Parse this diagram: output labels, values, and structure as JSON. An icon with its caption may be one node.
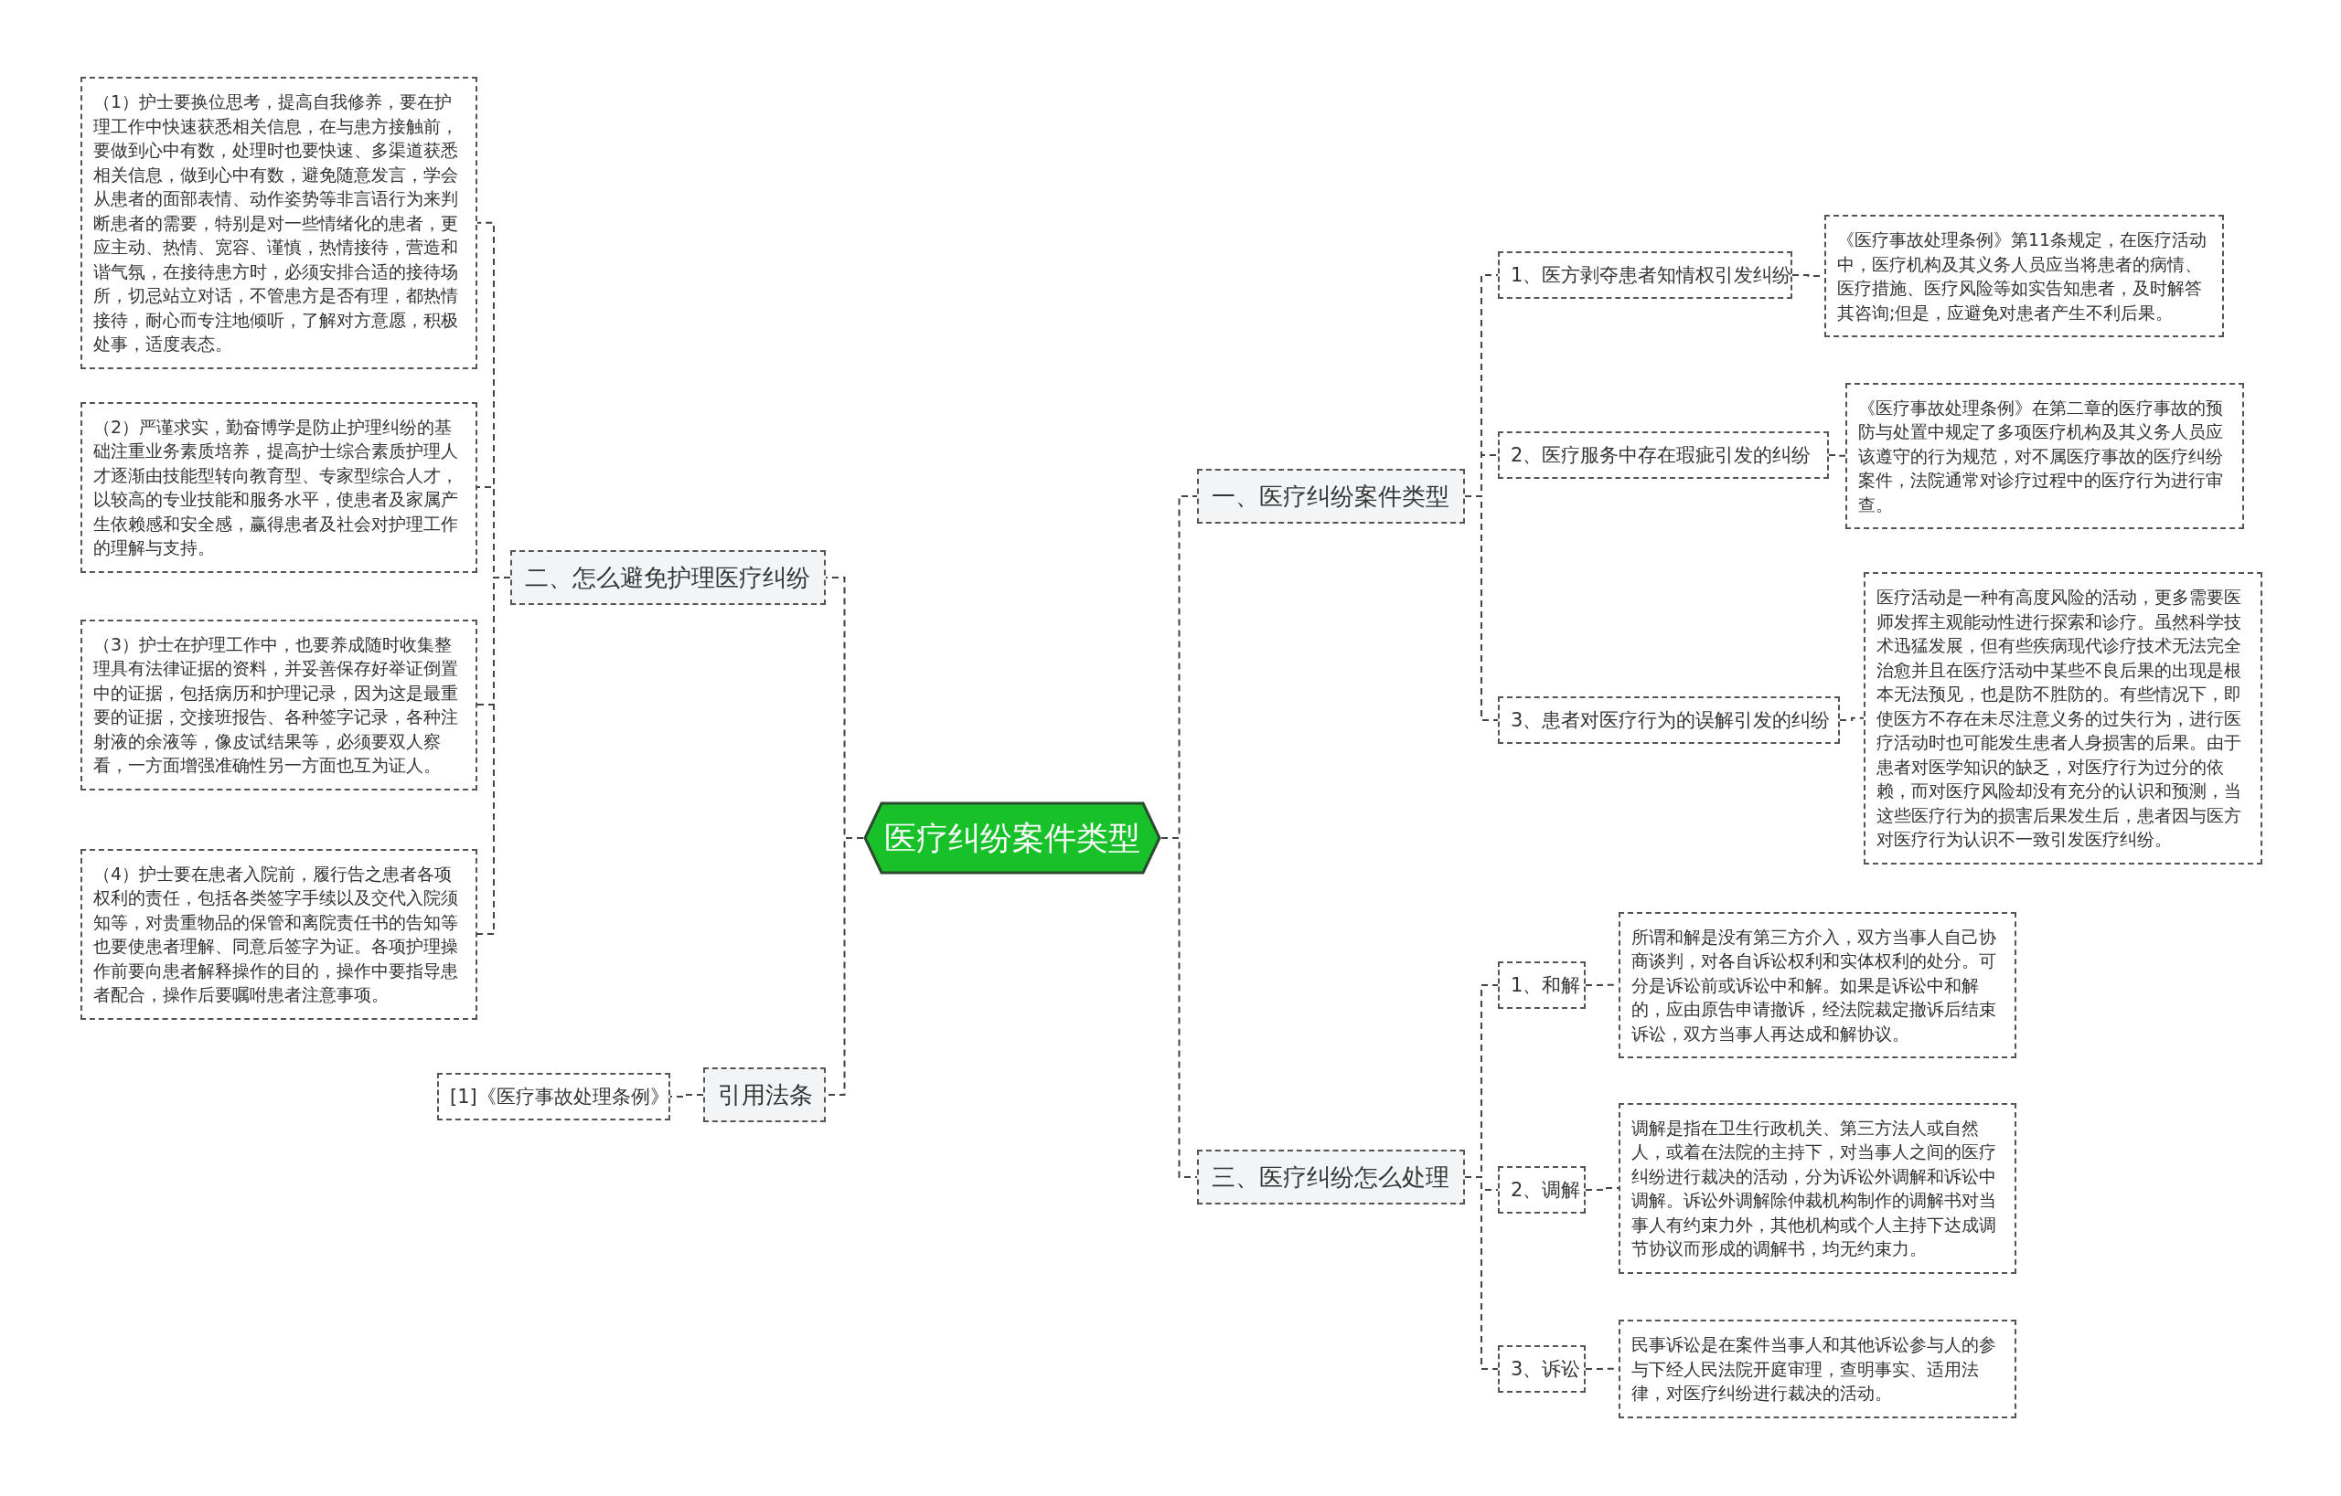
{
  "diagram": {
    "nodes": [
      {
        "text": [
          "医疗纠纷案件类型"
        ]
      },
      {
        "text": [
          "一、医疗纠纷案件类型"
        ]
      },
      {
        "text": [
          "1、医方剥夺患者知情权引发纠纷"
        ]
      },
      {
        "text": [
          "《医疗事故处理条例》第11条规定，在医疗活动中，医疗机构及其义务人员应当将患者的病情、医疗措施、医疗风险等如实告知患者，及时解答其咨询;但是，应避免对患者产生不利后果。"
        ]
      },
      {
        "text": [
          "2、医疗服务中存在瑕疵引发的纠纷"
        ]
      },
      {
        "text": [
          "《医疗事故处理条例》在第二章的医疗事故的预防与处置中规定了多项医疗机构及其义务人员应该遵守的行为规范，对不属医疗事故的医疗纠纷案件，法院通常对诊疗过程中的医疗行为进行审查。"
        ]
      },
      {
        "text": [
          "3、患者对医疗行为的误解引发的纠纷"
        ]
      },
      {
        "text": [
          "医疗活动是一种有高度风险的活动，更多需要医师发挥主观能动性进行探索和诊疗。虽然科学技术迅猛发展，但有些疾病现代诊疗技术无法完全治愈并且在医疗活动中某些不良后果的出现是根本无法预见，也是防不胜防的。有些情况下，即使医方不存在未尽注意义务的过失行为，进行医疗活动时也可能发生患者人身损害的后果。由于患者对医学知识的缺乏，对医疗行为过分的依赖，而对医疗风险却没有充分的认识和预测，当这些医疗行为的损害后果发生后，患者因与医方对医疗行为认识不一致引发医疗纠纷。"
        ]
      },
      {
        "text": [
          "二、怎么避免护理医疗纠纷"
        ]
      },
      {
        "text": [
          "（1）护士要换位思考，提高自我修养，要在护理工作中快速获悉相关信息，在与患方接触前，要做到心中有数，处理时也要快速、多渠道获悉相关信息，做到心中有数，避免随意发言，学会从患者的面部表情、动作姿势等非言语行为来判断患者的需要，特别是对一些情绪化的患者，更应主动、热情、宽容、谨慎，热情接待，营造和谐气氛，在接待患方时，必须安排合适的接待场所，切忌站立对话，不管患方是否有理，都热情接待，耐心而专注地倾听，了解对方意愿，积极处事，适度表态。"
        ]
      },
      {
        "text": [
          "（2）严谨求实，勤奋博学是防止护理纠纷的基础注重业务素质培养，提高护士综合素质护理人才逐渐由技能型转向教育型、专家型综合人才，以较高的专业技能和服务水平，使患者及家属产生依赖感和安全感，赢得患者及社会对护理工作的理解与支持。"
        ]
      },
      {
        "text": [
          "（3）护士在护理工作中，也要养成随时收集整理具有法律证据的资料，并妥善保存好举证倒置中的证据，包括病历和护理记录，因为这是最重要的证据，交接班报告、各种签字记录，各种注射液的余液等，像皮试结果等，必须要双人察看，一方面增强准确性另一方面也互为证人。"
        ]
      },
      {
        "text": [
          "（4）护士要在患者入院前，履行告之患者各项权利的责任，包括各类签字手续以及交代入院须知等，对贵重物品的保管和离院责任书的告知等也要使患者理解、同意后签字为证。各项护理操作前要向患者解释操作的目的，操作中要指导患者配合，操作后要嘱咐患者注意事项。"
        ]
      },
      {
        "text": [
          "引用法条"
        ]
      },
      {
        "text": [
          "[1]《医疗事故处理条例》"
        ]
      },
      {
        "text": [
          "三、医疗纠纷怎么处理"
        ]
      },
      {
        "text": [
          "1、和解"
        ]
      },
      {
        "text": [
          "所谓和解是没有第三方介入，双方当事人自己协商谈判，对各自诉讼权利和实体权利的处分。可分是诉讼前或诉讼中和解。如果是诉讼中和解的，应由原告申请撤诉，经法院裁定撤诉后结束诉讼，双方当事人再达成和解协议。"
        ]
      },
      {
        "text": [
          "2、调解"
        ]
      },
      {
        "text": [
          "调解是指在卫生行政机关、第三方法人或自然人，或着在法院的主持下，对当事人之间的医疗纠纷进行裁决的活动，分为诉讼外调解和诉讼中调解。诉讼外调解除仲裁机构制作的调解书对当事人有约束力外，其他机构或个人主持下达成调节协议而形成的调解书，均无约束力。"
        ]
      },
      {
        "text": [
          "3、诉讼"
        ]
      },
      {
        "text": [
          "民事诉讼是在案件当事人和其他诉讼参与人的参与下经人民法院开庭审理，查明事实、适用法律，对医疗纠纷进行裁决的活动。"
        ]
      }
    ],
    "edges": [
      {
        "from": 0,
        "to": 1,
        "arrow": "none"
      },
      {
        "from": 1,
        "to": 2,
        "arrow": "none"
      },
      {
        "from": 2,
        "to": 3,
        "arrow": "none"
      },
      {
        "from": 1,
        "to": 4,
        "arrow": "none"
      },
      {
        "from": 4,
        "to": 5,
        "arrow": "none"
      },
      {
        "from": 1,
        "to": 6,
        "arrow": "none"
      },
      {
        "from": 6,
        "to": 7,
        "arrow": "none"
      },
      {
        "from": 0,
        "to": 8,
        "arrow": "none"
      },
      {
        "from": 8,
        "to": 9,
        "arrow": "none"
      },
      {
        "from": 8,
        "to": 10,
        "arrow": "none"
      },
      {
        "from": 8,
        "to": 11,
        "arrow": "none"
      },
      {
        "from": 8,
        "to": 12,
        "arrow": "none"
      },
      {
        "from": 0,
        "to": 13,
        "arrow": "none"
      },
      {
        "from": 13,
        "to": 14,
        "arrow": "none"
      },
      {
        "from": 0,
        "to": 15,
        "arrow": "none"
      },
      {
        "from": 15,
        "to": 16,
        "arrow": "none"
      },
      {
        "from": 16,
        "to": 17,
        "arrow": "none"
      },
      {
        "from": 15,
        "to": 18,
        "arrow": "none"
      },
      {
        "from": 18,
        "to": 19,
        "arrow": "none"
      },
      {
        "from": 15,
        "to": 20,
        "arrow": "none"
      },
      {
        "from": 20,
        "to": 21,
        "arrow": "none"
      }
    ]
  }
}
